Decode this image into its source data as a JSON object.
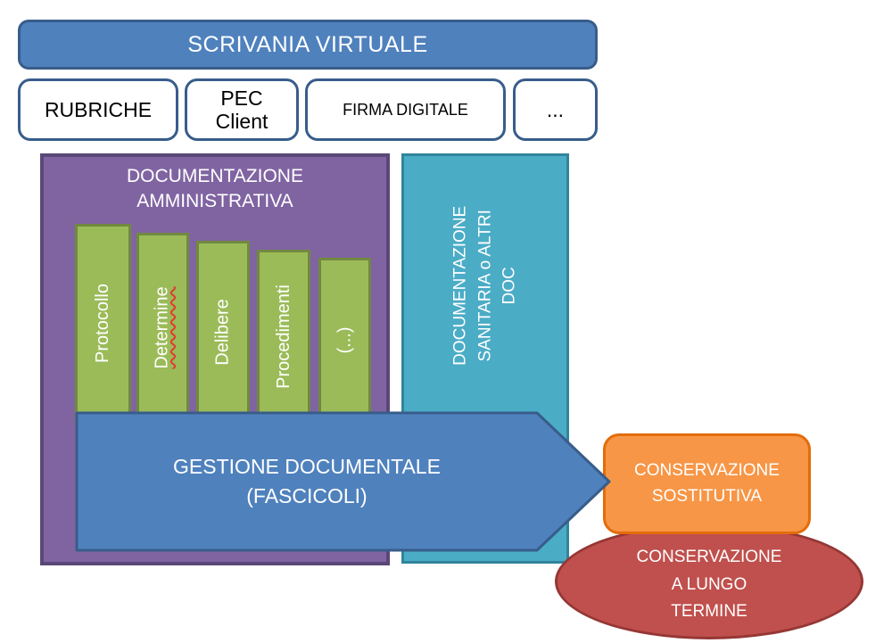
{
  "banner": {
    "label": "SCRIVANIA VIRTUALE"
  },
  "tools": [
    {
      "label": "RUBRICHE"
    },
    {
      "label": "PEC\nClient"
    },
    {
      "label": "FIRMA DIGITALE"
    },
    {
      "label": "..."
    }
  ],
  "admin_panel": {
    "title": "DOCUMENTAZIONE\nAMMINISTRATIVA",
    "bars": [
      "Protocollo",
      "Determine",
      "Delibere",
      "Procedimenti",
      "(...)"
    ],
    "misspelled_bar": "Determine"
  },
  "health_panel": {
    "label": "DOCUMENTAZIONE\nSANITARIA o ALTRI DOC"
  },
  "arrow": {
    "label": "GESTIONE DOCUMENTALE\n(FASCICOLI)"
  },
  "sostitutiva_box": {
    "label": "CONSERVAZIONE\nSOSTITUTIVA"
  },
  "lungo_termine_ellipse": {
    "label": "CONSERVAZIONE\nA LUNGO\nTERMINE"
  },
  "colors": {
    "blue": "#4f81bd",
    "blueBorder": "#385d8a",
    "purple": "#8064a2",
    "purpleBorder": "#5a4878",
    "green": "#9bbb59",
    "greenBorder": "#71893f",
    "teal": "#4bacc6",
    "tealBorder": "#31849b",
    "orange": "#f79646",
    "orangeBorder": "#e36c0a",
    "red": "#c0504d",
    "redBorder": "#953735",
    "spellcheckRed": "#e03c31",
    "textLight": "#ffffff",
    "textDark": "#000000"
  }
}
